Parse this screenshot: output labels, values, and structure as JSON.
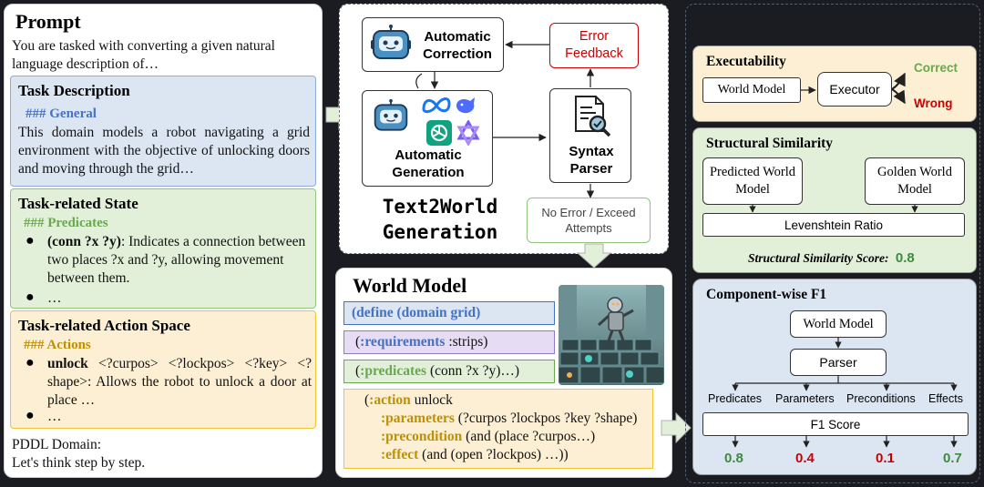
{
  "prompt": {
    "title": "Prompt",
    "intro": "You are tasked with converting a given natural language description of…",
    "task_description": {
      "title": "Task Description",
      "subtitle": "### General",
      "text": "This domain models a robot navigating a grid environment with the objective of unlocking doors and moving through the grid…"
    },
    "task_state": {
      "title": "Task-related State",
      "subtitle": "### Predicates",
      "item_term": "(conn ?x ?y)",
      "item_text": ": Indicates a connection between two places ?x and ?y, allowing movement between them.",
      "ellipsis": "…"
    },
    "task_action": {
      "title": "Task-related Action Space",
      "subtitle": "### Actions",
      "item_term": "unlock",
      "item_text": " <?curpos> <?lockpos> <?key> <?shape>: Allows the robot to unlock a door at place …",
      "ellipsis": "…"
    },
    "footer_line1": "PDDL Domain:",
    "footer_line2": "Let's think step by step."
  },
  "generation": {
    "auto_correction": "Automatic Correction",
    "error_feedback": "Error Feedback",
    "auto_generation": "Automatic Generation",
    "syntax_parser": "Syntax Parser",
    "no_error": "No Error / Exceed Attempts",
    "title_line1": "Text2World",
    "title_line2": "Generation"
  },
  "world_model": {
    "title": "World Model",
    "define_kw": "(define",
    "define_rest": " (domain grid)",
    "req_open": "(",
    "req_kw": ":requirements",
    "req_rest": " :strips)",
    "pred_open": "(",
    "pred_kw": ":predicates",
    "pred_rest": " (conn ?x ?y)…)",
    "action_open": "(",
    "action_kw": ":action",
    "action_rest": " unlock",
    "param_kw": ":parameters",
    "param_rest": " (?curpos ?lockpos ?key ?shape)",
    "pre_kw": ":precondition",
    "pre_rest": " (and (place ?curpos…)",
    "eff_kw": ":effect",
    "eff_rest": " (and (open ?lockpos) …))"
  },
  "executability": {
    "title": "Executability",
    "world_model": "World Model",
    "executor": "Executor",
    "correct": "Correct",
    "wrong": "Wrong"
  },
  "structural": {
    "title": "Structural Similarity",
    "predicted": "Predicted World Model",
    "golden": "Golden World Model",
    "ratio": "Levenshtein Ratio",
    "score_label": "Structural Similarity Score:",
    "score": "0.8"
  },
  "component": {
    "title": "Component-wise F1",
    "world_model": "World Model",
    "parser": "Parser",
    "labels": [
      "Predicates",
      "Parameters",
      "Preconditions",
      "Effects"
    ],
    "f1": "F1 Score",
    "scores": [
      "0.8",
      "0.4",
      "0.1",
      "0.7"
    ]
  },
  "colors": {
    "blue_bg": "#dce6f3",
    "green_bg": "#e2efd9",
    "orange_bg": "#fcefd3",
    "purple_bg": "#e6dcf4",
    "blue_text": "#4472c4",
    "green_text": "#6aa84f",
    "gold_text": "#bf9000",
    "red": "#cc0000",
    "score_green": "#3d8b3d"
  },
  "icons": [
    "robot-icon",
    "meta-icon",
    "openai-icon",
    "whale-icon",
    "star-icon",
    "document-magnifier-icon",
    "robot-scene-image"
  ]
}
